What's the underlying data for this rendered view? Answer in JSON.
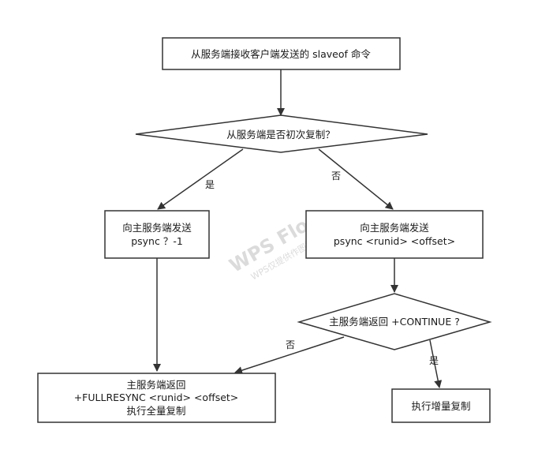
{
  "nodes": {
    "start": {
      "lines": [
        "从服务端接收客户端发送的 slaveof 命令"
      ]
    },
    "first_sync": {
      "lines": [
        "从服务端是否初次复制？"
      ]
    },
    "send_psync_full": {
      "lines": [
        "向主服务端发送",
        "psync ？-1"
      ]
    },
    "send_psync_partial": {
      "lines": [
        "向主服务端发送",
        "psync <runid> <offset>"
      ]
    },
    "continue_check": {
      "lines": [
        "主服务端返回 +CONTINUE ?"
      ]
    },
    "full_resync": {
      "lines": [
        "主服务端返回",
        "+FULLRESYNC <runid> <offset>",
        "执行全量复制"
      ]
    },
    "partial_sync": {
      "lines": [
        "执行增量复制"
      ]
    }
  },
  "edge_labels": {
    "yes": "是",
    "no": "否"
  },
  "watermark": {
    "brand": "WPS Flow",
    "note": "WPS仅提供作图能力"
  },
  "colors": {
    "stroke": "#333333",
    "text": "#1a1a1a",
    "background": "#ffffff",
    "watermark": "#d0d0d0"
  }
}
